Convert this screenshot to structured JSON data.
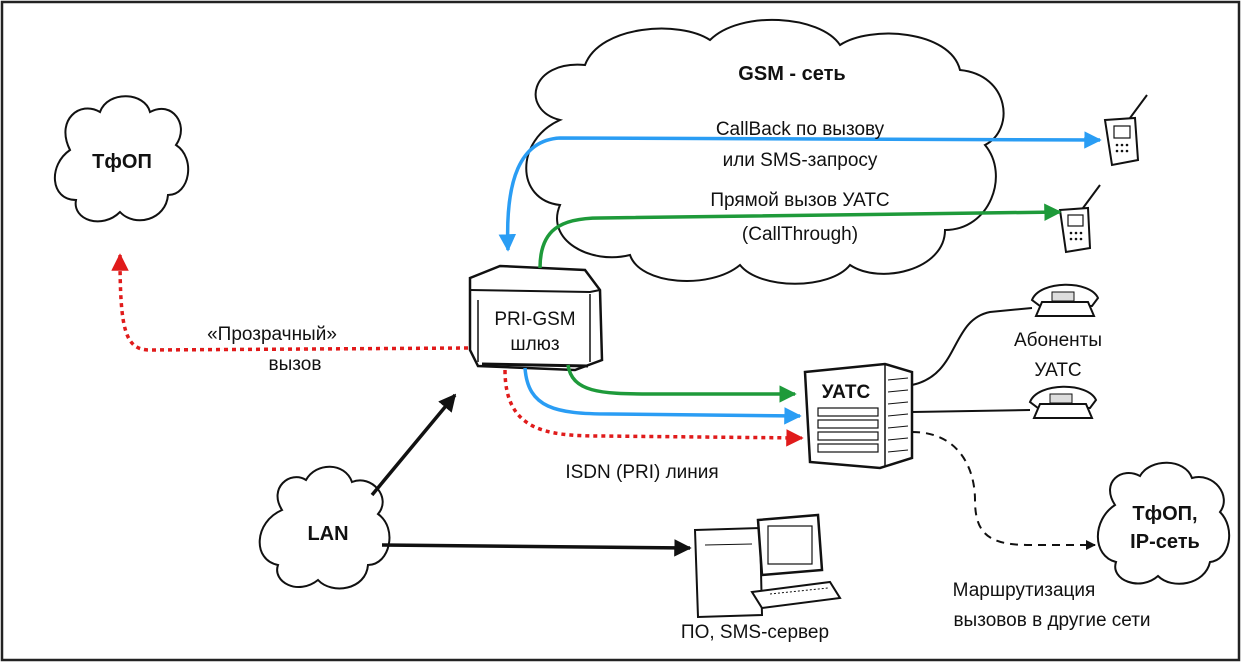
{
  "gsm_network": {
    "title": "GSM - сеть",
    "callback_line1": "CallBack по вызову",
    "callback_line2": "или SMS-запросу",
    "direct_line1": "Прямой вызов УАТС",
    "direct_line2": "(CallThrough)"
  },
  "pstn_left": {
    "label": "ТфОП"
  },
  "transparent_call": {
    "line1": "«Прозрачный»",
    "line2": "вызов"
  },
  "gateway": {
    "line1": "PRI-GSM",
    "line2": "шлюз"
  },
  "pbx": {
    "label": "УАТС"
  },
  "subscribers": {
    "line1": "Абоненты",
    "line2": "УАТС"
  },
  "isdn_line": {
    "label": "ISDN (PRI) линия"
  },
  "lan": {
    "label": "LAN"
  },
  "server": {
    "label": "ПО, SMS-сервер"
  },
  "pstn_ip": {
    "line1": "ТфОП,",
    "line2": "IP-сеть"
  },
  "routing": {
    "line1": "Маршрутизация",
    "line2": "вызовов в другие сети"
  },
  "colors": {
    "callback_arrow": "#2a9df4",
    "direct_arrow": "#1e9a3a",
    "transparent_arrow": "#e01b1b",
    "frame": "#222222"
  }
}
